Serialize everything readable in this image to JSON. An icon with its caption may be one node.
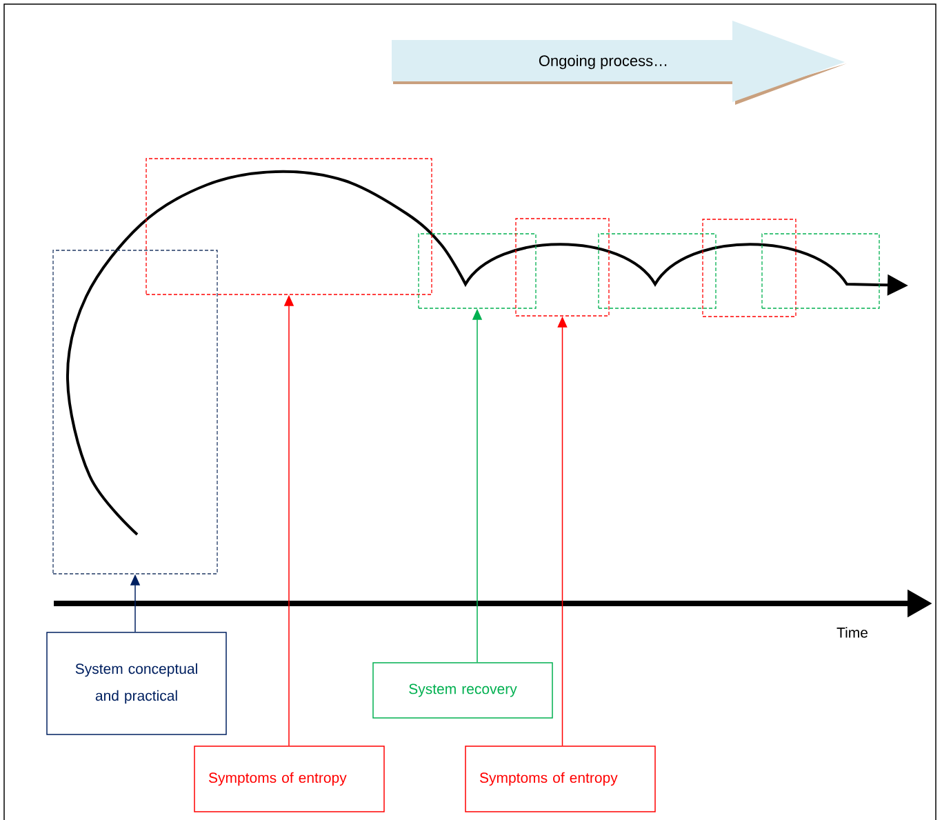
{
  "diagram": {
    "nodes": [
      {
        "text": [
          "Ongoing process…"
        ]
      },
      {
        "text": [],
        "shape": "box"
      },
      {
        "text": [],
        "shape": "box"
      },
      {
        "text": [],
        "shape": "box"
      },
      {
        "text": [],
        "shape": "box"
      },
      {
        "text": [],
        "shape": "box"
      },
      {
        "text": [],
        "shape": "box"
      },
      {
        "text": [],
        "shape": "box"
      },
      {
        "text": [
          "System conceptual and practical"
        ]
      },
      {
        "text": [
          "Symptoms of entropy"
        ]
      },
      {
        "text": [
          "System recovery"
        ]
      },
      {
        "text": [
          "Symptoms of entropy"
        ]
      }
    ],
    "edges": [
      {
        "from": 8,
        "to": 1,
        "arrow": "to",
        "color": "#002060"
      },
      {
        "from": 9,
        "to": 2,
        "arrow": "to"
      },
      {
        "from": 10,
        "to": 3,
        "arrow": "to",
        "color": "#00b050"
      },
      {
        "from": 11,
        "to": 4,
        "arrow": "to"
      }
    ],
    "labels": [
      "Time"
    ]
  }
}
